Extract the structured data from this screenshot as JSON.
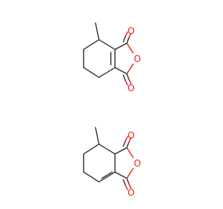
{
  "diagram": {
    "molecules": [
      {
        "atom_labels": {
          "carbonyl_top": "O",
          "ring_oxygen": "O",
          "carbonyl_bottom": "O"
        }
      },
      {
        "atom_labels": {
          "carbonyl_top": "O",
          "ring_oxygen": "O",
          "carbonyl_bottom": "O"
        }
      }
    ],
    "colors": {
      "bond": "#3a3a3a",
      "oxygen": "#e8261e",
      "background": "#ffffff"
    }
  }
}
